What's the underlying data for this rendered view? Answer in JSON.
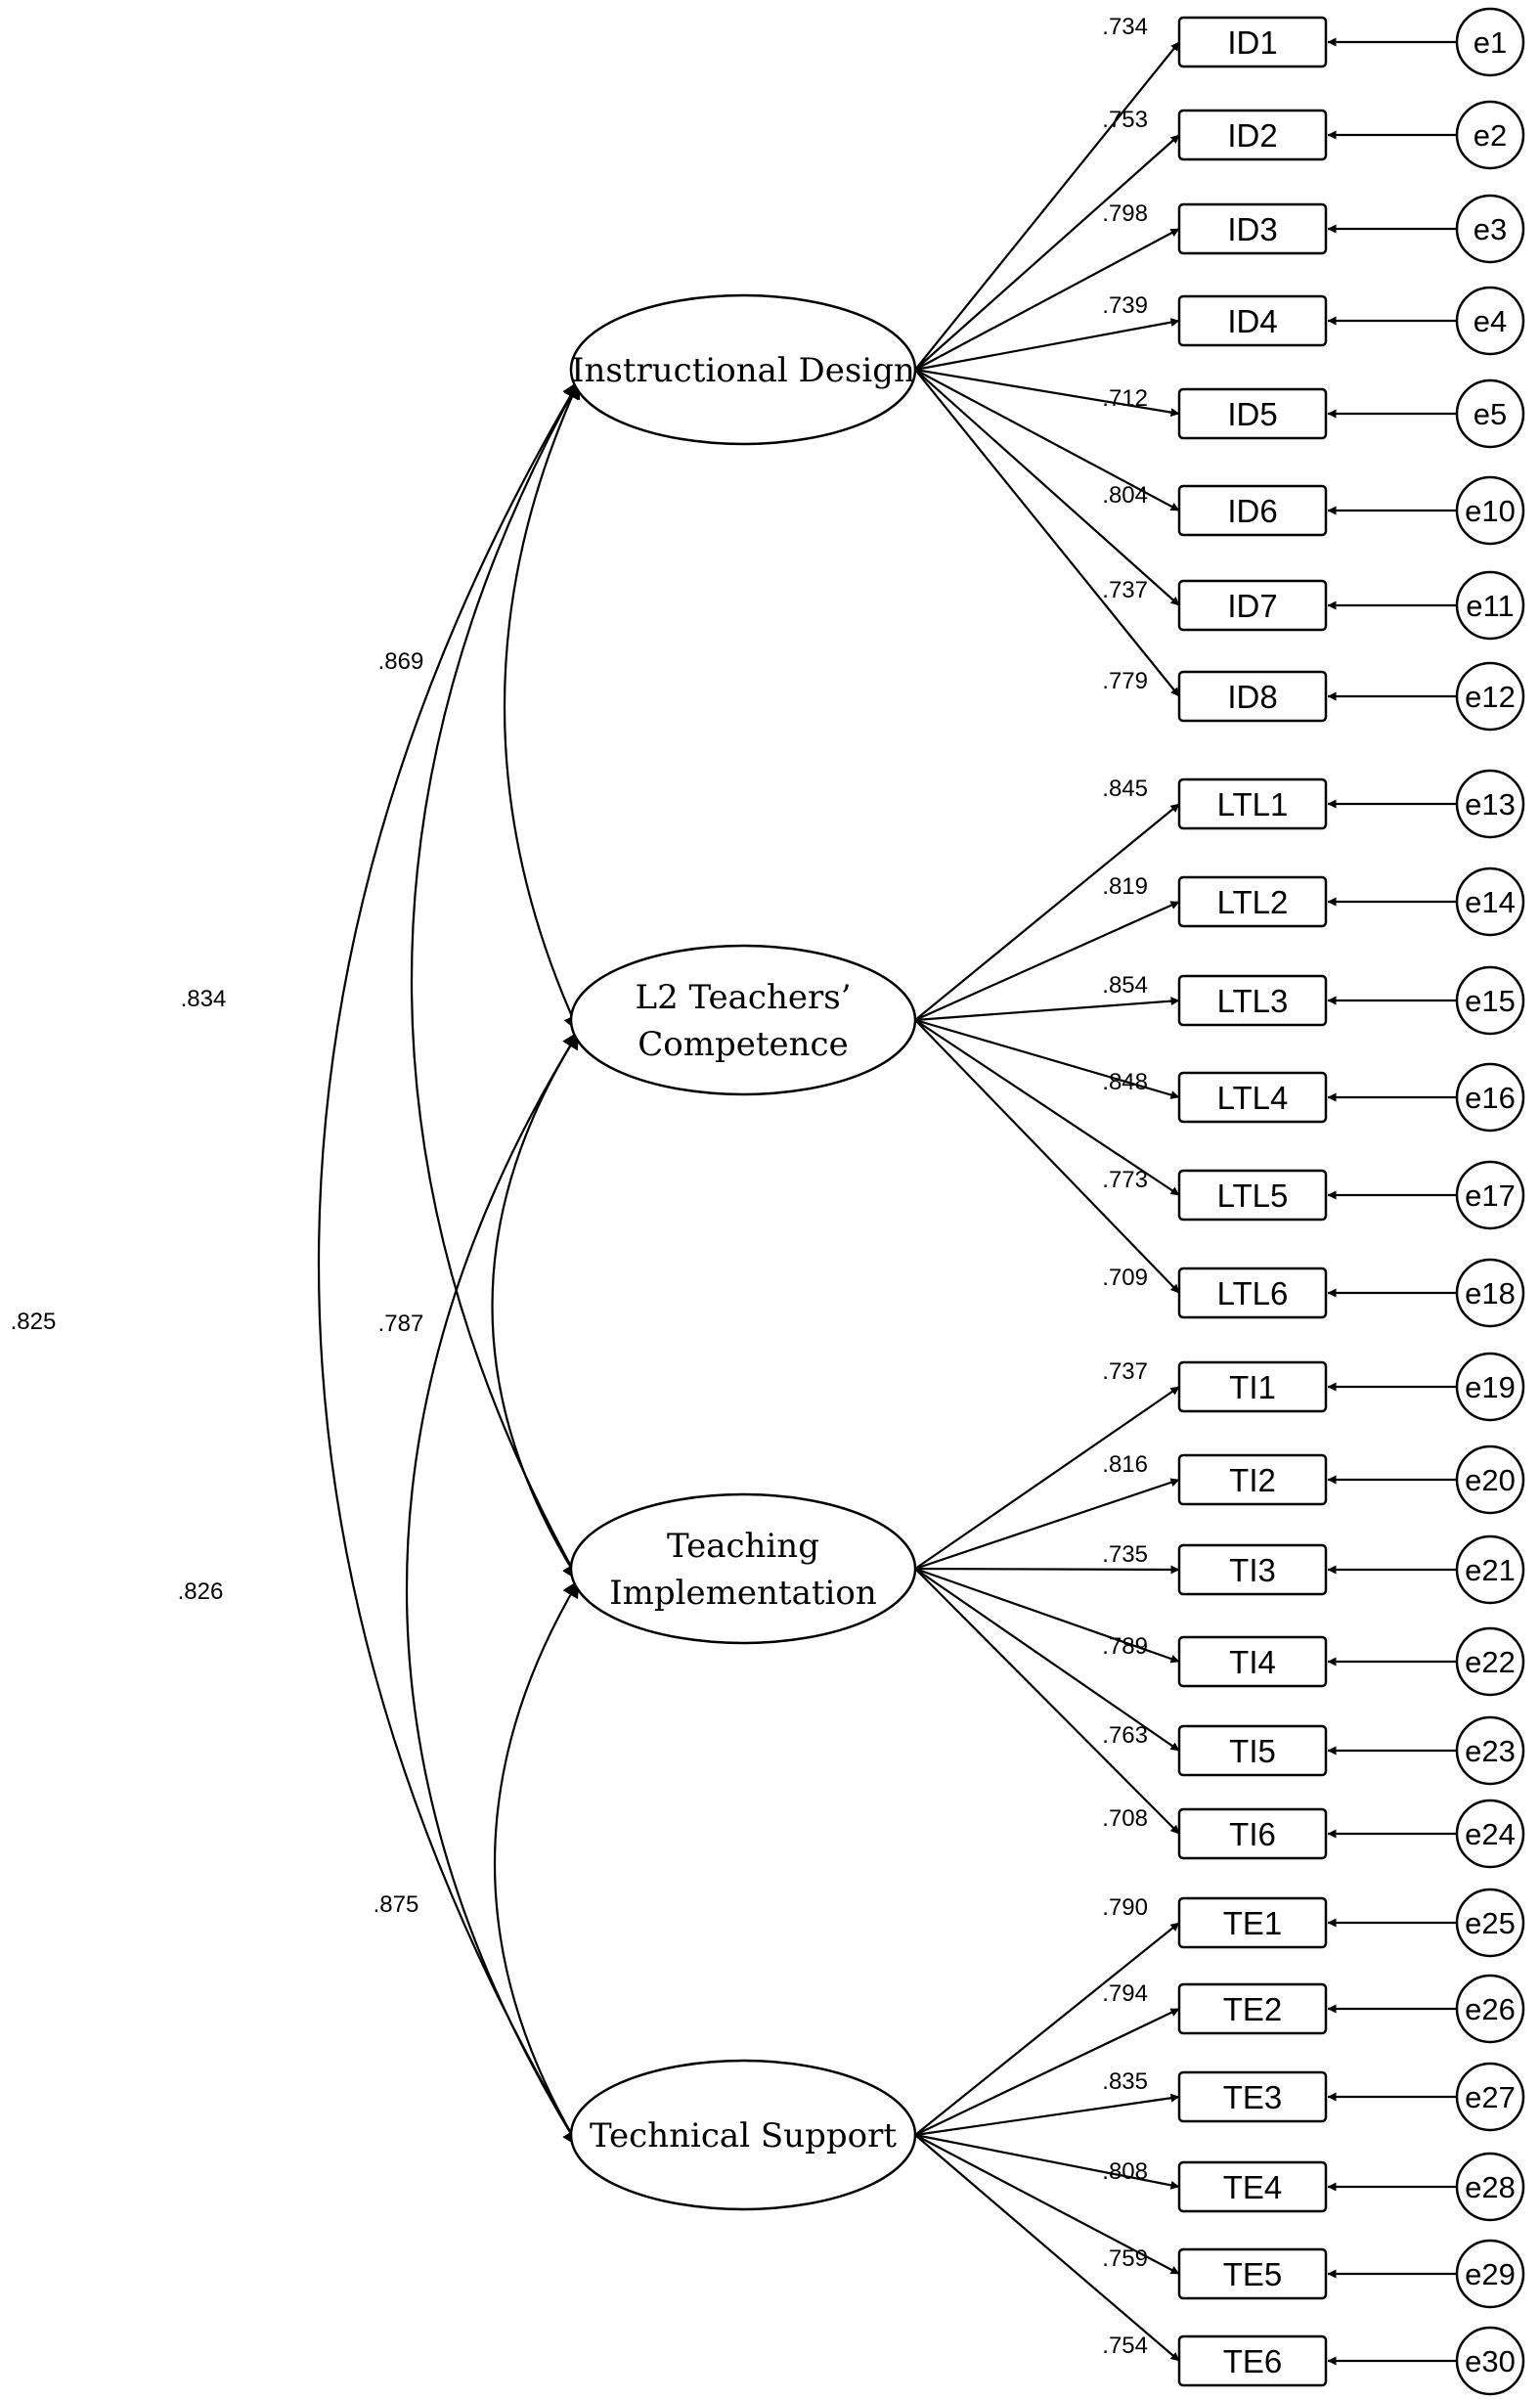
{
  "factors": [
    {
      "id": "ID",
      "lines": [
        "Instructional Design"
      ]
    },
    {
      "id": "LTL",
      "lines": [
        "L2 Teachers’",
        "Competence"
      ]
    },
    {
      "id": "TI",
      "lines": [
        "Teaching",
        "Implementation"
      ]
    },
    {
      "id": "TE",
      "lines": [
        "Technical Support"
      ]
    }
  ],
  "indicators": [
    {
      "factor": 0,
      "label": "ID1",
      "loading": ".734",
      "error": "e1"
    },
    {
      "factor": 0,
      "label": "ID2",
      "loading": ".753",
      "error": "e2"
    },
    {
      "factor": 0,
      "label": "ID3",
      "loading": ".798",
      "error": "e3"
    },
    {
      "factor": 0,
      "label": "ID4",
      "loading": ".739",
      "error": "e4"
    },
    {
      "factor": 0,
      "label": "ID5",
      "loading": ".712",
      "error": "e5"
    },
    {
      "factor": 0,
      "label": "ID6",
      "loading": ".804",
      "error": "e10"
    },
    {
      "factor": 0,
      "label": "ID7",
      "loading": ".737",
      "error": "e11"
    },
    {
      "factor": 0,
      "label": "ID8",
      "loading": ".779",
      "error": "e12"
    },
    {
      "factor": 1,
      "label": "LTL1",
      "loading": ".845",
      "error": "e13"
    },
    {
      "factor": 1,
      "label": "LTL2",
      "loading": ".819",
      "error": "e14"
    },
    {
      "factor": 1,
      "label": "LTL3",
      "loading": ".854",
      "error": "e15"
    },
    {
      "factor": 1,
      "label": "LTL4",
      "loading": ".848",
      "error": "e16"
    },
    {
      "factor": 1,
      "label": "LTL5",
      "loading": ".773",
      "error": "e17"
    },
    {
      "factor": 1,
      "label": "LTL6",
      "loading": ".709",
      "error": "e18"
    },
    {
      "factor": 2,
      "label": "TI1",
      "loading": ".737",
      "error": "e19"
    },
    {
      "factor": 2,
      "label": "TI2",
      "loading": ".816",
      "error": "e20"
    },
    {
      "factor": 2,
      "label": "TI3",
      "loading": ".735",
      "error": "e21"
    },
    {
      "factor": 2,
      "label": "TI4",
      "loading": ".789",
      "error": "e22"
    },
    {
      "factor": 2,
      "label": "TI5",
      "loading": ".763",
      "error": "e23"
    },
    {
      "factor": 2,
      "label": "TI6",
      "loading": ".708",
      "error": "e24"
    },
    {
      "factor": 3,
      "label": "TE1",
      "loading": ".790",
      "error": "e25"
    },
    {
      "factor": 3,
      "label": "TE2",
      "loading": ".794",
      "error": "e26"
    },
    {
      "factor": 3,
      "label": "TE3",
      "loading": ".835",
      "error": "e27"
    },
    {
      "factor": 3,
      "label": "TE4",
      "loading": ".808",
      "error": "e28"
    },
    {
      "factor": 3,
      "label": "TE5",
      "loading": ".759",
      "error": "e29"
    },
    {
      "factor": 3,
      "label": "TE6",
      "loading": ".754",
      "error": "e30"
    }
  ],
  "correlations": [
    {
      "from": 0,
      "to": 1,
      "value": ".869"
    },
    {
      "from": 0,
      "to": 2,
      "value": ".834"
    },
    {
      "from": 0,
      "to": 3,
      "value": ".825"
    },
    {
      "from": 1,
      "to": 2,
      "value": ".787"
    },
    {
      "from": 1,
      "to": 3,
      "value": ".826"
    },
    {
      "from": 2,
      "to": 3,
      "value": ".875"
    }
  ]
}
